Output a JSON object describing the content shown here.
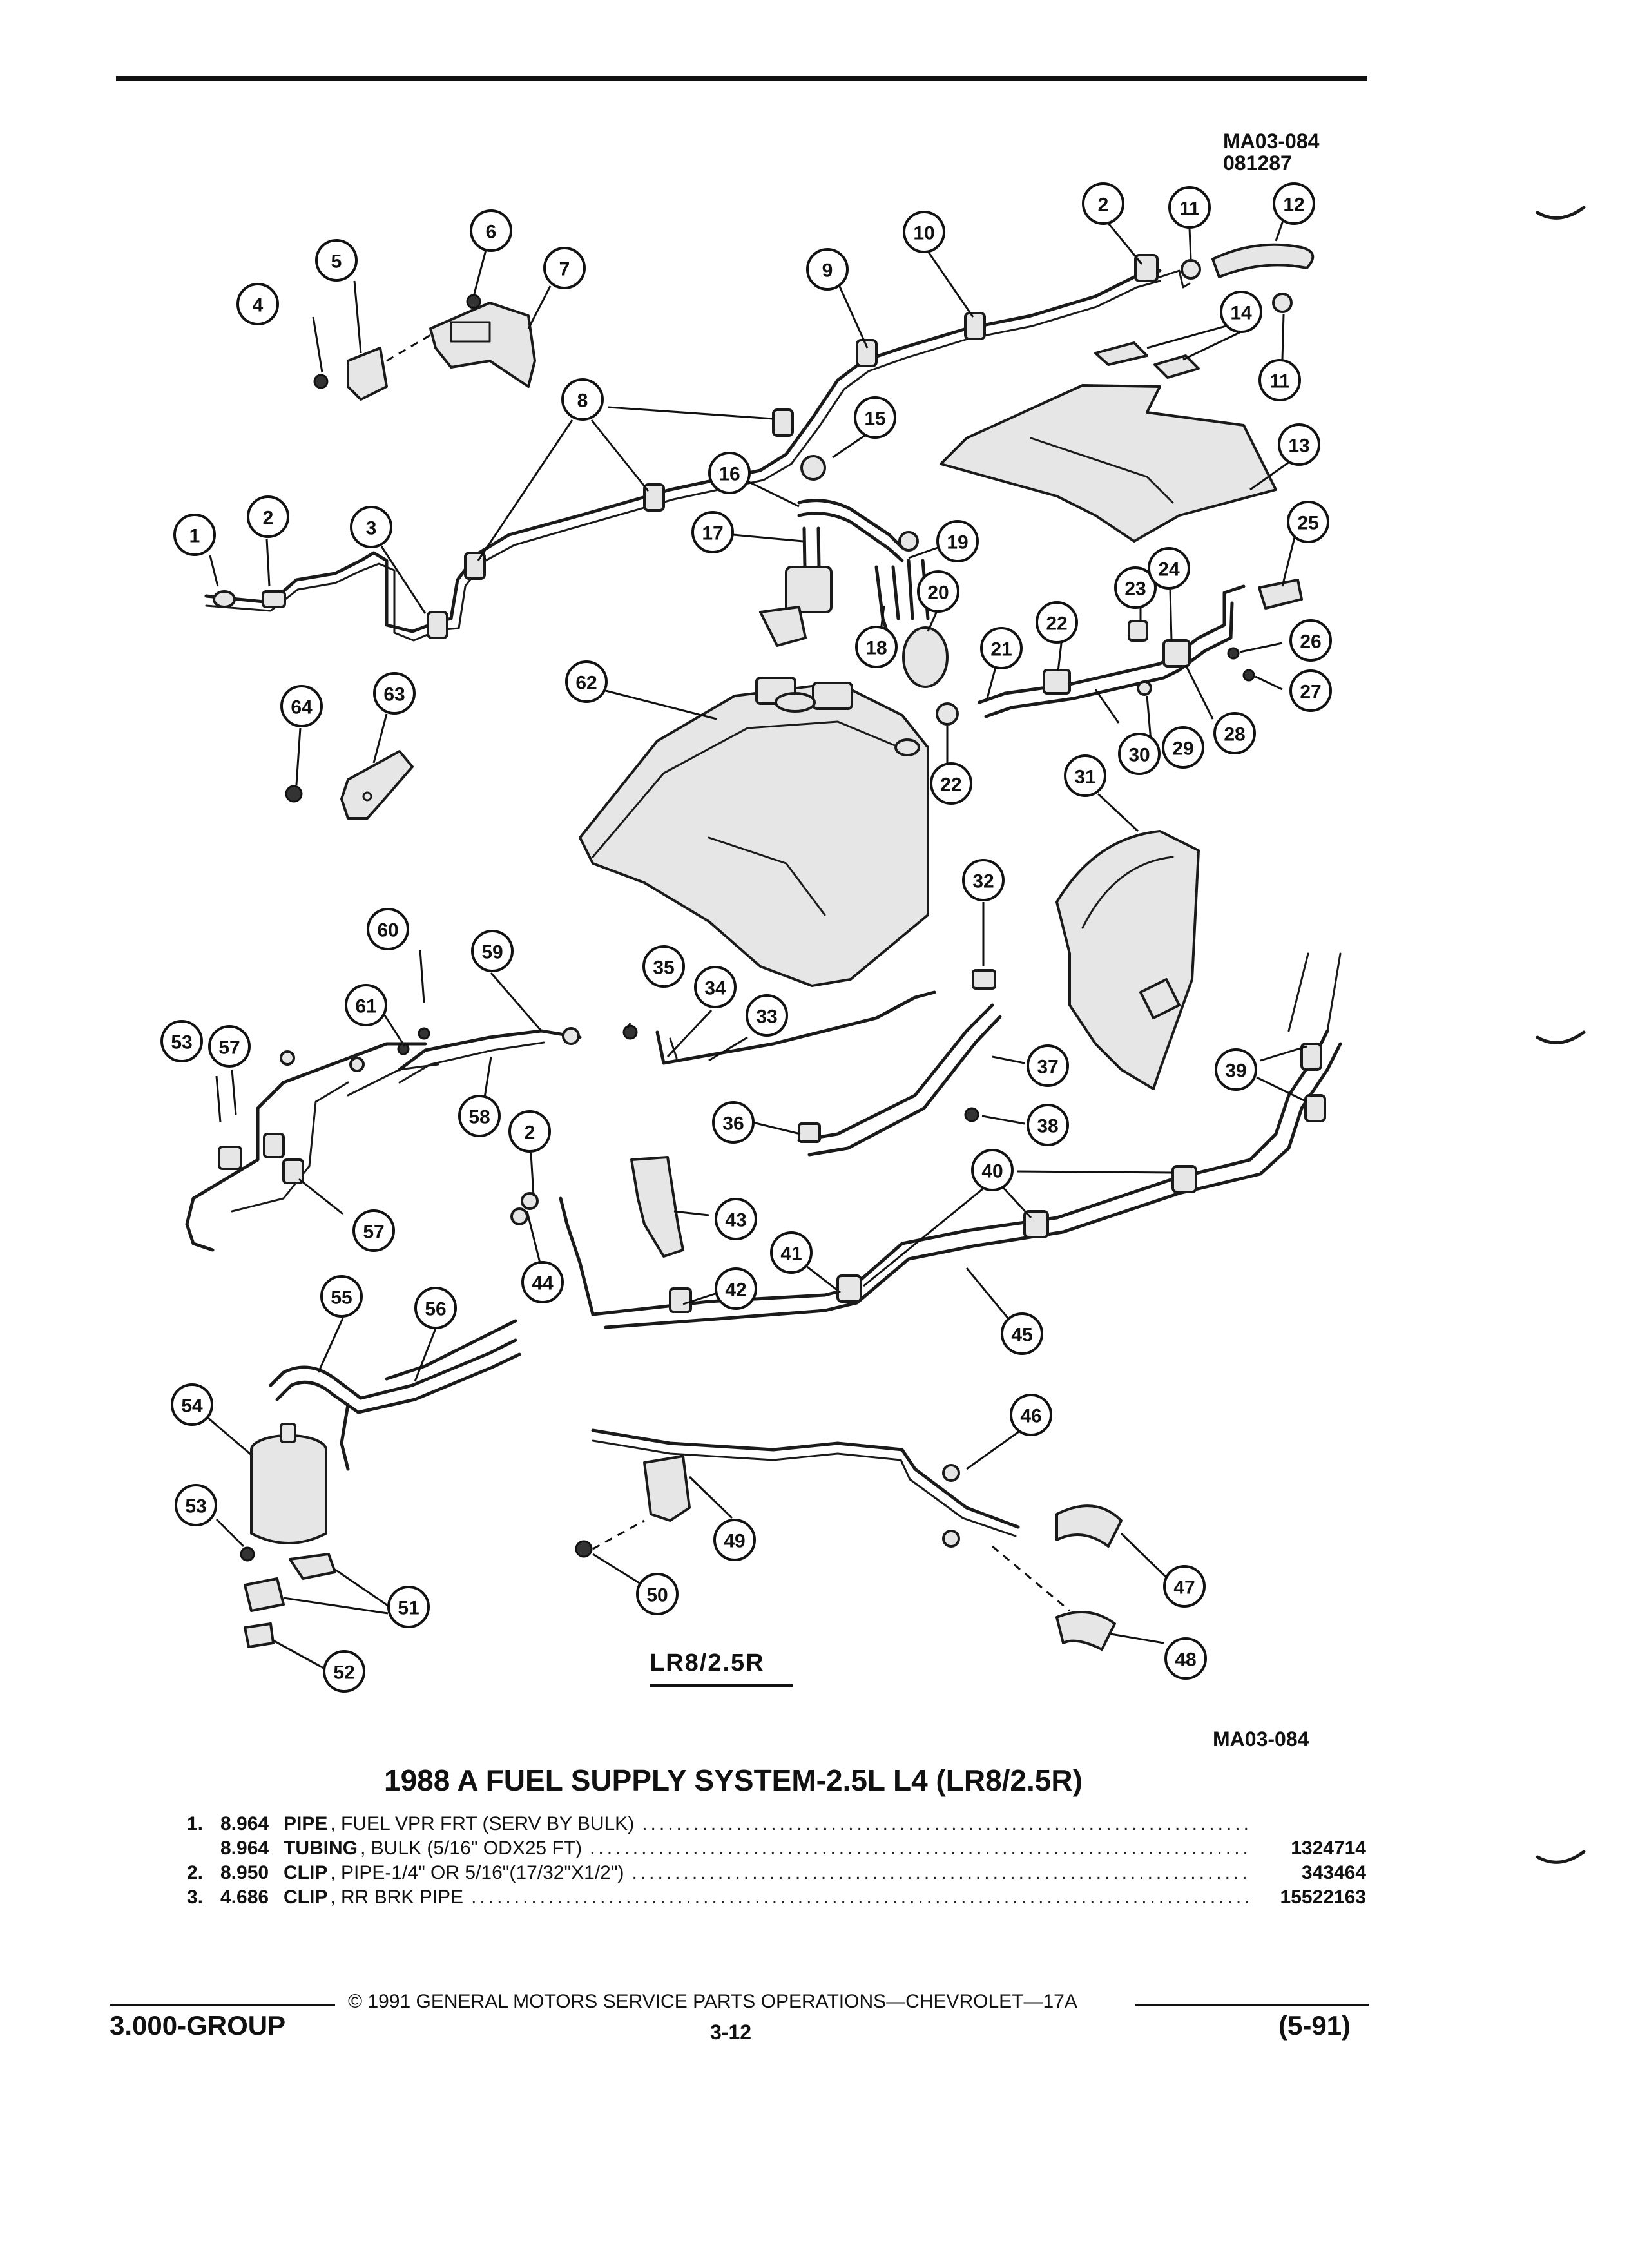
{
  "reference_top": [
    "MA03-084",
    "081287"
  ],
  "reference_bottom": "MA03-084",
  "engine_label": "LR8/2.5R",
  "callouts": [
    "1",
    "2",
    "3",
    "4",
    "5",
    "6",
    "7",
    "8",
    "9",
    "10",
    "11",
    "12",
    "13",
    "14",
    "15",
    "16",
    "17",
    "18",
    "19",
    "20",
    "21",
    "22",
    "23",
    "24",
    "25",
    "26",
    "27",
    "28",
    "29",
    "30",
    "31",
    "32",
    "33",
    "34",
    "35",
    "36",
    "37",
    "38",
    "39",
    "40",
    "41",
    "42",
    "43",
    "44",
    "45",
    "46",
    "47",
    "48",
    "49",
    "50",
    "51",
    "52",
    "53",
    "54",
    "55",
    "56",
    "57",
    "58",
    "59",
    "60",
    "61",
    "62",
    "63",
    "64"
  ],
  "section_title": "1988 A FUEL SUPPLY SYSTEM-2.5L L4 (LR8/2.5R)",
  "parts": [
    {
      "item": "1.",
      "level": "8.964",
      "name": "PIPE",
      "desc": ", FUEL VPR FRT (SERV BY BULK)",
      "part_number": ""
    },
    {
      "item": "",
      "level": "8.964",
      "name": "TUBING",
      "desc": ", BULK (5/16\" ODX25 FT)",
      "part_number": "1324714"
    },
    {
      "item": "2.",
      "level": "8.950",
      "name": "CLIP",
      "desc": ", PIPE-1/4\" OR 5/16\"(17/32\"X1/2\")",
      "part_number": "343464"
    },
    {
      "item": "3.",
      "level": "4.686",
      "name": "CLIP",
      "desc": ", RR BRK PIPE",
      "part_number": "15522163"
    }
  ],
  "footer": {
    "copyright": "© 1991 GENERAL MOTORS SERVICE PARTS OPERATIONS—CHEVROLET—17A",
    "group": "3.000-GROUP",
    "page": "3-12",
    "date": "(5-91)"
  }
}
